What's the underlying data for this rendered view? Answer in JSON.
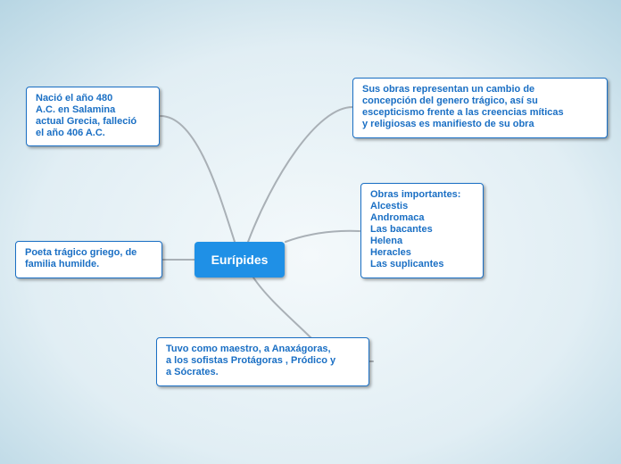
{
  "map": {
    "central": "Eurípides",
    "topics": {
      "birth": "Nació el año 480\nA.C. en Salamina\nactual Grecia, falleció\nel año 406 A.C.",
      "works_change": "Sus obras representan un cambio de\nconcepción del  genero trágico, así su\nescepticismo frente a las creencias míticas\ny religiosas es manifiesto de su obra",
      "poet": "Poeta trágico griego, de\nfamilia humilde.",
      "important_works": "Obras importantes:\nAlcestis\nAndromaca\nLas bacantes\nHelena\nHeracles\nLas suplicantes",
      "teacher": "Tuvo como maestro, a Anaxágoras,\na los sofistas Protágoras , Pródico y\na Sócrates."
    }
  },
  "colors": {
    "background_center": "#f4f9fb",
    "background_edge": "#b6d5e3",
    "central_fill": "#1f90e6",
    "node_border": "#1a6fc4",
    "node_text": "#1a6fc4",
    "connector": "#a9b0b6"
  }
}
